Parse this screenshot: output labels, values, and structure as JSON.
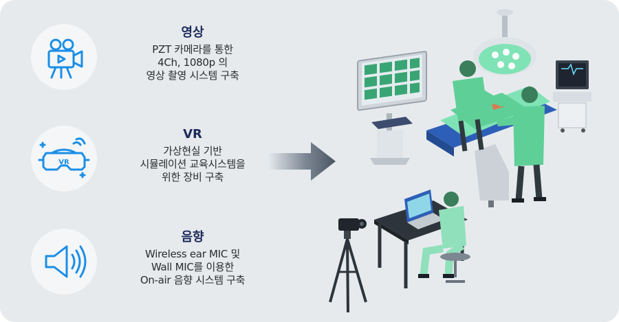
{
  "features": [
    {
      "icon": "video-camera-icon",
      "title": "영상",
      "lines": [
        "PZT 카메라를 통한",
        "4Ch, 1080p 의",
        "영상 촬영 시스템 구축"
      ]
    },
    {
      "icon": "vr-headset-icon",
      "title": "VR",
      "lines": [
        "가상현실 기반",
        "시뮬레이션 교육시스템을",
        "위한 장비 구축"
      ]
    },
    {
      "icon": "speaker-icon",
      "title": "음향",
      "lines": [
        "Wireless ear MIC 및",
        "Wall MIC를 이용한",
        "On-air 음향 시스템 구축"
      ]
    }
  ],
  "icon_labels": {
    "vr_badge": "VR"
  },
  "colors": {
    "accent": "#1a8ee6",
    "title": "#1d2a5a",
    "panel": "#e6eaed",
    "scrub": "#5fcf98"
  }
}
